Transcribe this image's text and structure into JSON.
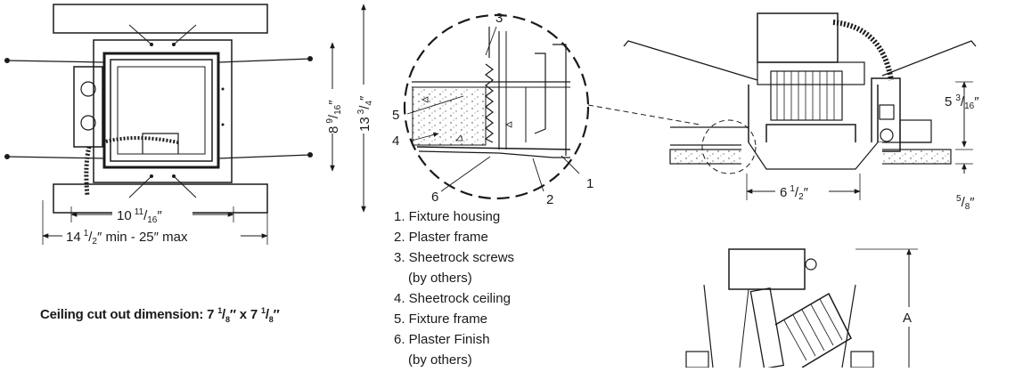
{
  "plan_view": {
    "width_inner": {
      "whole": "10",
      "num": "11",
      "den": "16",
      "unit": "″"
    },
    "width_outer": {
      "whole": "14",
      "num": "1",
      "den": "2",
      "unit": "″",
      "suffix": " min - 25″ max"
    },
    "height_inner": {
      "whole": "8",
      "num": "9",
      "den": "16",
      "unit": "″"
    },
    "height_outer": {
      "whole": "13",
      "num": "3",
      "den": "4",
      "unit": "″"
    }
  },
  "detail_view": {
    "callouts": [
      "1",
      "2",
      "3",
      "4",
      "5",
      "6"
    ],
    "legend": [
      "1. Fixture housing",
      "2. Plaster frame",
      "3. Sheetrock screws",
      "(by others)",
      "4. Sheetrock ceiling",
      "5. Fixture frame",
      "6. Plaster Finish",
      "(by others)"
    ]
  },
  "side_view": {
    "height": {
      "whole": "5",
      "num": "3",
      "den": "16",
      "unit": "″"
    },
    "width": {
      "whole": "6",
      "num": "1",
      "den": "2",
      "unit": "″"
    },
    "ceiling_thickness": {
      "num": "5",
      "den": "8",
      "unit": "″"
    }
  },
  "adjustable_view": {
    "dimension_label": "A"
  },
  "cutout_note": {
    "prefix": "Ceiling cut out dimension: 7 ",
    "num": "1",
    "den": "8",
    "mid": "″ x 7 ",
    "end": "″"
  }
}
